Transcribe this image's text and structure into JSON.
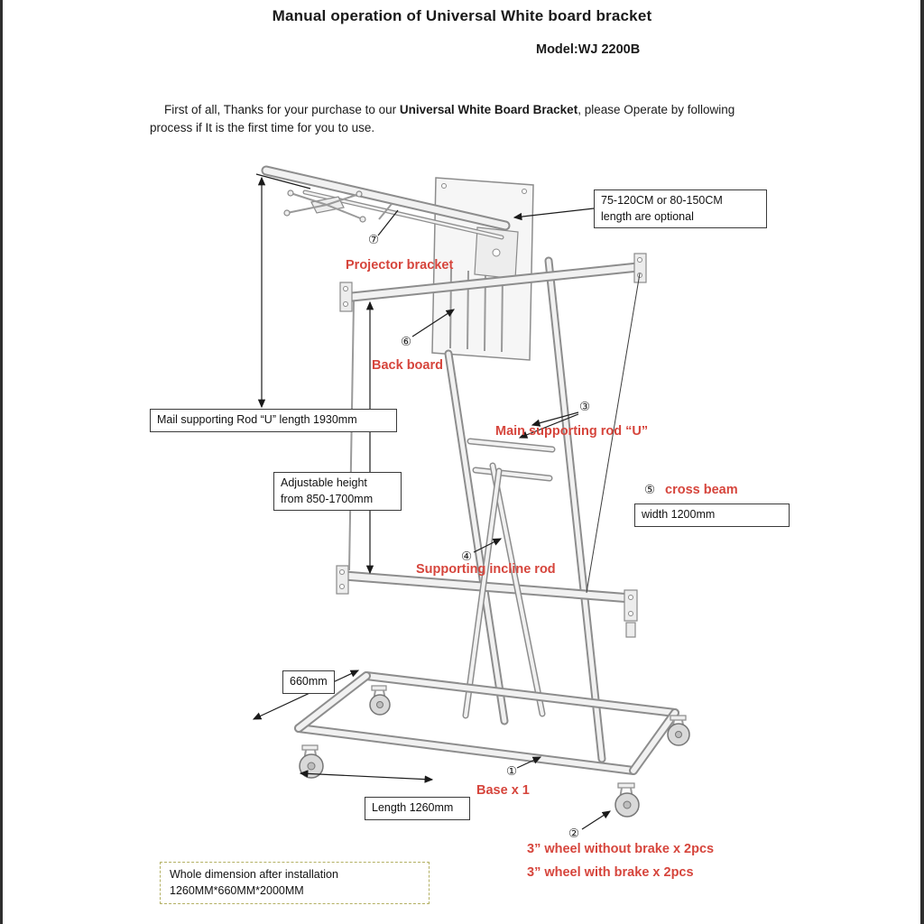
{
  "page": {
    "title": "Manual operation of Universal White board bracket",
    "model": "Model:WJ 2200B",
    "intro": {
      "before": "First of all, Thanks for your purchase to our ",
      "bold": "Universal White Board Bracket",
      "after": ", please Operate by following process if It is the first time for you to use."
    }
  },
  "colors": {
    "label_red": "#d6453c",
    "structure_gray": "#8d8d8d",
    "dashed_box_border": "#b3b063"
  },
  "dimension_boxes": {
    "optional_length": "75-120CM or 80-150CM\nlength are optional",
    "rod_length": "Mail supporting Rod “U” length 1930mm",
    "adjustable_height": "Adjustable height\nfrom 850-1700mm",
    "width": "width 1200mm",
    "depth": "660mm",
    "length": "Length 1260mm",
    "whole_dimension": "Whole dimension after installation\n1260MM*660MM*2000MM"
  },
  "callouts": {
    "projector_bracket": {
      "num": "⑦",
      "label": "Projector bracket"
    },
    "back_board": {
      "num": "⑥",
      "label": "Back board"
    },
    "main_rod": {
      "num": "③",
      "label": "Main supporting rod “U”"
    },
    "cross_beam": {
      "num": "⑤",
      "label": "cross beam"
    },
    "incline_rod": {
      "num": "④",
      "label": "Supporting incline rod"
    },
    "base": {
      "num": "①",
      "label": "Base x 1"
    },
    "wheels": {
      "num": "②",
      "label_no_brake": "3” wheel without brake x 2pcs",
      "label_brake": "3” wheel with brake x 2pcs"
    }
  }
}
